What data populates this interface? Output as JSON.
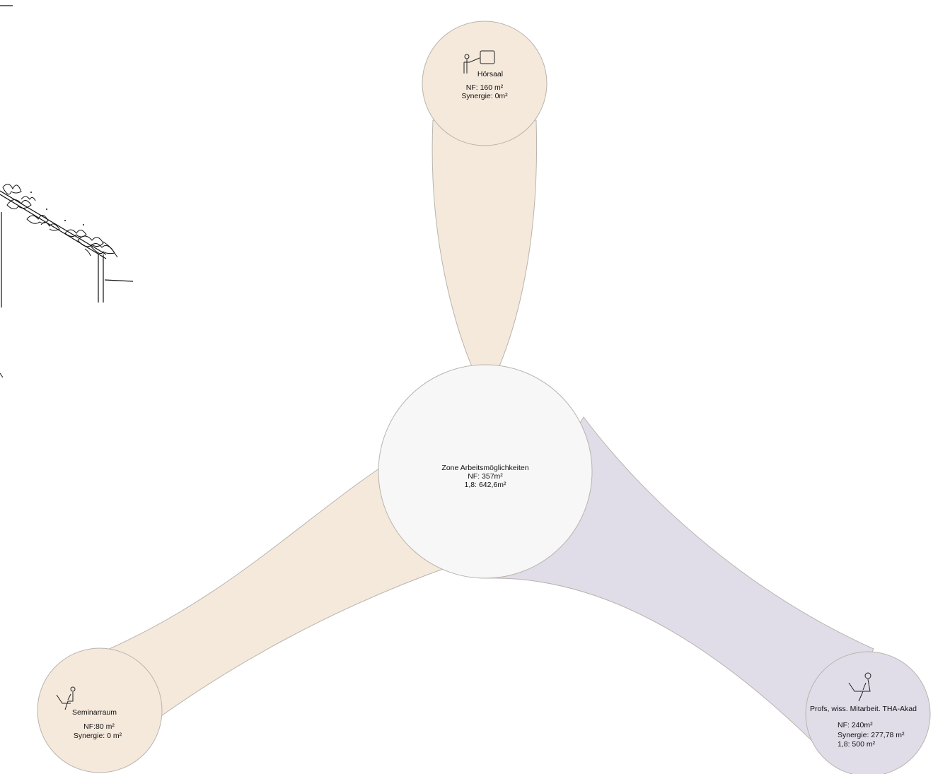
{
  "colors": {
    "beige": "#f5e9dc",
    "lavender": "#e0dde9",
    "center": "#f7f7f7",
    "stroke": "#b9b4ad"
  },
  "nodes": {
    "center": {
      "title": "Zone Arbeitsmöglichkeiten",
      "nf": "NF: 357m²",
      "factor": "1,8: 642,6m²"
    },
    "hoersaal": {
      "title": "Hörsaal",
      "nf": "NF: 160 m²",
      "synergie": "Synergie: 0m²",
      "icon": "lecture-presenter-icon"
    },
    "seminar": {
      "title": "Seminarraum",
      "nf": "NF:80 m²",
      "synergie": "Synergie: 0 m²",
      "icon": "person-laptop-icon"
    },
    "profs": {
      "title": "Profs, wiss. Mitarbeit. THA-Akad",
      "nf": "NF: 240m²",
      "synergie": "Synergie: 277,78 m²",
      "factor": "1,8: 500 m²",
      "icon": "person-laptop-icon"
    }
  },
  "decor": {
    "left_sketch": "plant-pergola-sketch"
  }
}
